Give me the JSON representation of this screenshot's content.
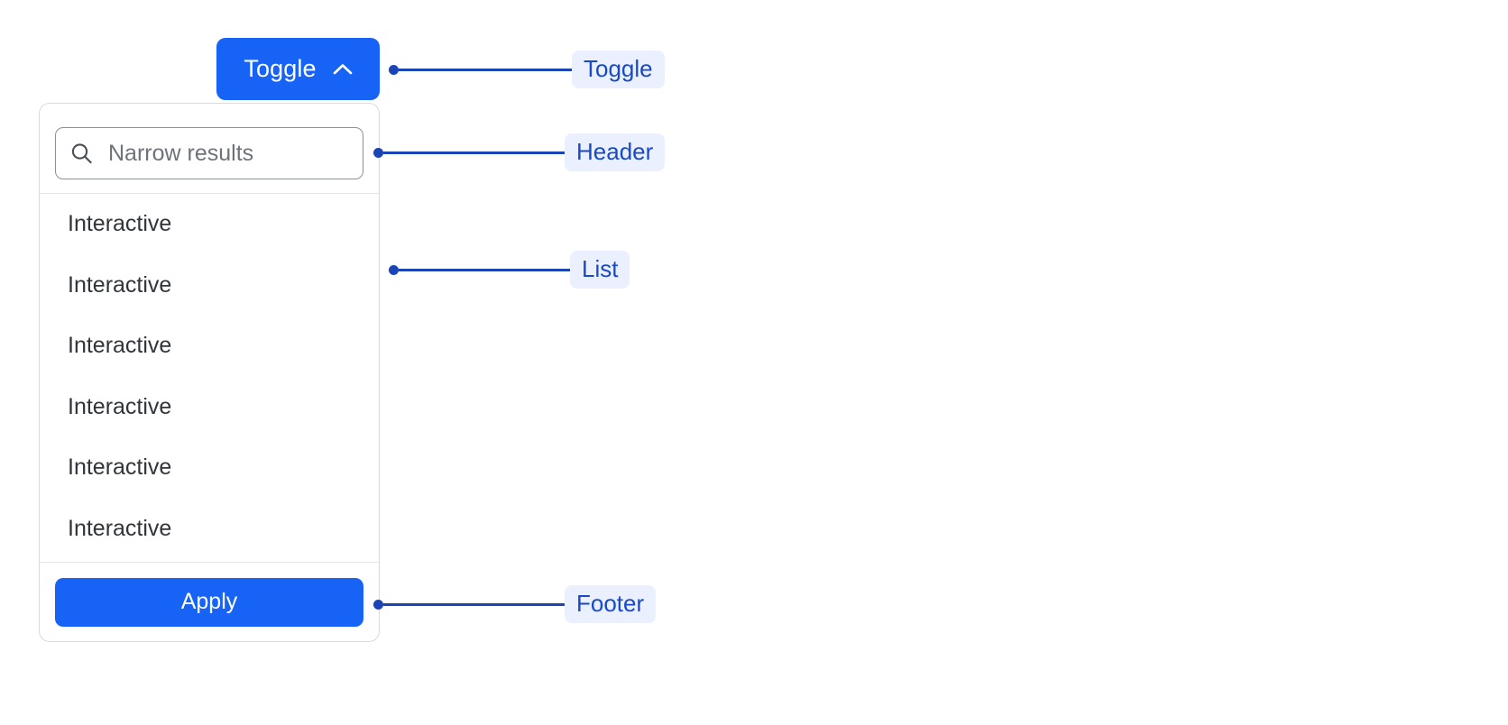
{
  "toggle": {
    "label": "Toggle",
    "icon": "chevron-up-icon",
    "state": "expanded",
    "background_color": "#1763F6",
    "text_color": "#FFFFFF"
  },
  "dropdown": {
    "header": {
      "search": {
        "icon": "search-icon",
        "placeholder": "Narrow results",
        "value": ""
      }
    },
    "list": {
      "items": [
        {
          "label": "Interactive"
        },
        {
          "label": "Interactive"
        },
        {
          "label": "Interactive"
        },
        {
          "label": "Interactive"
        },
        {
          "label": "Interactive"
        },
        {
          "label": "Interactive"
        }
      ]
    },
    "footer": {
      "apply_label": "Apply",
      "apply_background": "#1763F6"
    },
    "border_color": "#D8DADE",
    "background_color": "#FFFFFF"
  },
  "annotations": {
    "accent_line_color": "#1B45B5",
    "chip_background": "#EAF0FD",
    "chip_text_color": "#1A49C4",
    "items": [
      {
        "label": "Toggle"
      },
      {
        "label": "Header"
      },
      {
        "label": "List"
      },
      {
        "label": "Footer"
      }
    ]
  }
}
